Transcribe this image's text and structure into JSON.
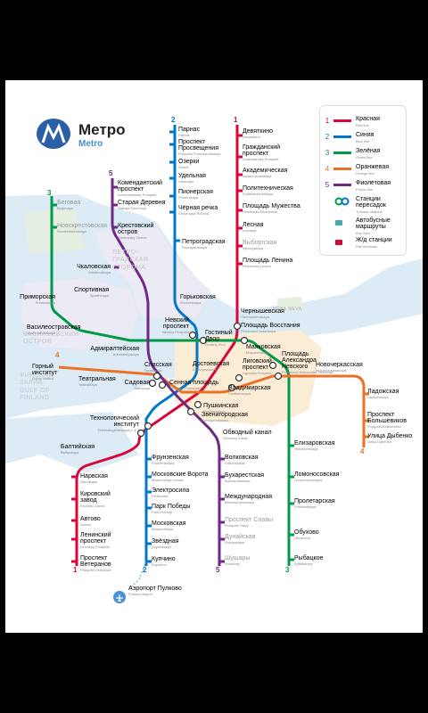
{
  "logo": {
    "title": "Метро",
    "subtitle": "Metro"
  },
  "colors": {
    "red": "#d6083b",
    "blue": "#0078c9",
    "green": "#009a49",
    "orange": "#ea7125",
    "purple": "#702785"
  },
  "legend": {
    "lines": [
      {
        "num": "1",
        "ru": "Красная",
        "en": "Red line",
        "color": "#d6083b"
      },
      {
        "num": "2",
        "ru": "Синяя",
        "en": "Blue line",
        "color": "#0078c9"
      },
      {
        "num": "3",
        "ru": "Зелёная",
        "en": "Green line",
        "color": "#009a49"
      },
      {
        "num": "4",
        "ru": "Оранжевая",
        "en": "Orange line",
        "color": "#ea7125"
      },
      {
        "num": "5",
        "ru": "Фиолетовая",
        "en": "Purple line",
        "color": "#702785"
      }
    ],
    "transfer": {
      "ru": "Станции пересадок",
      "en": "Transfer stations",
      "icon": "transfer-icon"
    },
    "bus": {
      "ru": "Автобусные маршруты",
      "en": "Bus lines",
      "icon": "bus-icon"
    },
    "rail": {
      "ru": "Ж/д станции",
      "en": "Rail terminals",
      "icon": "rail-icon"
    }
  },
  "districts": {
    "petrogradskaya": "ПЕТРО-ГРАДСКАЯ СТОРОНА",
    "vasilievsky": "ВАСИЛЬЕВСКИЙ ОСТРОВ",
    "gulf": "ФИНСКИЙ ЗАЛИВ GULF OF FINLAND",
    "neva": "НЕВА NEVA",
    "tekhnologicheskaya_en": "Tekhnologicheskaya 1 & 2"
  },
  "line_numbers": {
    "red": "1",
    "blue": "2",
    "green": "3",
    "orange": "4",
    "purple": "5"
  },
  "stations": {
    "devyatkino": {
      "ru": "Девяткино",
      "en": "Devyatkino"
    },
    "grazhdansky": {
      "ru": "Гражданский проспект",
      "en": "Grazhdansky Prospekt"
    },
    "akademicheskaya": {
      "ru": "Академическая",
      "en": "Akademicheskaya"
    },
    "politekhnicheskaya": {
      "ru": "Политехническая",
      "en": "Politekhnicheskaya"
    },
    "muzhestva": {
      "ru": "Площадь Мужества",
      "en": "Ploshchad Muzhestva"
    },
    "lesnaya": {
      "ru": "Лесная",
      "en": "Lesnaya"
    },
    "vyborgskaya": {
      "ru": "Выборгская",
      "en": "Vyborgskaya"
    },
    "lenina": {
      "ru": "Площадь Ленина",
      "en": "Ploshchad Lenina"
    },
    "chernyshevskaya": {
      "ru": "Чернышевская",
      "en": "Chernyshevskaya"
    },
    "vosstaniya": {
      "ru": "Площадь Восстания",
      "en": "Ploshchad Vosstaniya"
    },
    "vladimirskaya": {
      "ru": "Владимирская",
      "en": "Vladimirskaya"
    },
    "pushkinskaya": {
      "ru": "Пушкинская",
      "en": "Pushkinskaya"
    },
    "tekhnologichesky": {
      "ru": "Технологический институт",
      "en": "Tekhnologichesky Institut"
    },
    "baltiyskaya": {
      "ru": "Балтийская",
      "en": "Baltiyskaya"
    },
    "narvskaya": {
      "ru": "Нарвская",
      "en": "Narvskaya"
    },
    "kirovsky": {
      "ru": "Кировский завод",
      "en": "Kirovsky Zavod"
    },
    "avtovo": {
      "ru": "Автово",
      "en": "Avtovo"
    },
    "leninsky": {
      "ru": "Ленинский проспект",
      "en": "Leninsky Prospekt"
    },
    "veteranov": {
      "ru": "Проспект Ветеранов",
      "en": "Prospekt Veteranov"
    },
    "parnas": {
      "ru": "Парнас",
      "en": "Parnas"
    },
    "prosvescheniya": {
      "ru": "Проспект Просвещения",
      "en": "Prospekt Prosveshcheniya"
    },
    "ozerki": {
      "ru": "Озерки",
      "en": "Ozerki"
    },
    "udelnaya": {
      "ru": "Удельная",
      "en": "Udelnaya"
    },
    "pionerskaya": {
      "ru": "Пионерская",
      "en": "Pionerskaya"
    },
    "chernaya": {
      "ru": "Чёрная речка",
      "en": "Chyornaya Rechka"
    },
    "petrogradskaya": {
      "ru": "Петроградская",
      "en": "Petrogradskaya"
    },
    "gorkovskaya": {
      "ru": "Горьковская",
      "en": "Gorkovskaya"
    },
    "nevsky": {
      "ru": "Невский проспект",
      "en": "Nevsky Prospekt"
    },
    "sennaya": {
      "ru": "Сенная площадь",
      "en": "Sennaya Ploshchad"
    },
    "frunzenskaya": {
      "ru": "Фрунзенская",
      "en": "Frunzenskaya"
    },
    "moskovskie": {
      "ru": "Московские Ворота",
      "en": "Moskovskiye Vorota"
    },
    "elektrosila": {
      "ru": "Электросила",
      "en": "Elektrosila"
    },
    "pobedy": {
      "ru": "Парк Победы",
      "en": "Park Pobedy"
    },
    "moskovskaya": {
      "ru": "Московская",
      "en": "Moskovskaya"
    },
    "zvezdnaya": {
      "ru": "Звёздная",
      "en": "Zvyozdnaya"
    },
    "kupchino": {
      "ru": "Купчино",
      "en": "Kupchino"
    },
    "airport": {
      "ru": "Аэропорт Пулково",
      "en": "Pulkovo Airport"
    },
    "begovaya": {
      "ru": "Беговая",
      "en": "Begovaya"
    },
    "novokrestovskaya": {
      "ru": "Новокрестовская",
      "en": "Novokrestovskaya"
    },
    "primorskaya": {
      "ru": "Приморская",
      "en": "Primorskaya"
    },
    "vasileostrovskaya": {
      "ru": "Василеостровская",
      "en": "Vasileostrovskaya"
    },
    "gostiny": {
      "ru": "Гостиный Двор",
      "en": "Gostiny Dvor"
    },
    "mayakovskaya": {
      "ru": "Маяковская",
      "en": "Mayakovskaya"
    },
    "nevskogo3": {
      "ru": "Площадь Александра Невского",
      "en": "Ploshchad Aleksandra Nevskogo"
    },
    "elizarovskaya": {
      "ru": "Елизаровская",
      "en": "Yelizarovskaya"
    },
    "lomonosovskaya": {
      "ru": "Ломоносовская",
      "en": "Lomonosovskaya"
    },
    "proletarskaya": {
      "ru": "Пролетарская",
      "en": "Proletarskaya"
    },
    "obukhovo": {
      "ru": "Обухово",
      "en": "Obukhovo"
    },
    "rybatskoe": {
      "ru": "Рыбацкое",
      "en": "Rybatskoye"
    },
    "gorny": {
      "ru": "Горный институт",
      "en": "Gorny Institut"
    },
    "teatralnaya": {
      "ru": "Театральная",
      "en": "Teatralnaya"
    },
    "spasskaya": {
      "ru": "Спасская",
      "en": "Spasskaya"
    },
    "dostoevskaya": {
      "ru": "Достоевская",
      "en": "Dostoyevskaya"
    },
    "ligovsky": {
      "ru": "Лиговский проспект",
      "en": "Ligovsky Prospekt"
    },
    "novocherkasskaya": {
      "ru": "Новочеркасская",
      "en": "Novocherkasskaya"
    },
    "ladozhskaya": {
      "ru": "Ладожская",
      "en": "Ladozhskaya"
    },
    "bolshevikov": {
      "ru": "Проспект Большевиков",
      "en": "Prospekt Bolshevikov"
    },
    "dybenko": {
      "ru": "Улица Дыбенко",
      "en": "Ulitsa Dybenko"
    },
    "komendantsky": {
      "ru": "Комендантский проспект",
      "en": "Komendantsky Prospekt"
    },
    "staraya": {
      "ru": "Старая Деревня",
      "en": "Staraya Derevnya"
    },
    "krestovsky": {
      "ru": "Крестовский остров",
      "en": "Krestovsky Ostrov"
    },
    "chkalovskaya": {
      "ru": "Чкаловская",
      "en": "Chkalovskaya"
    },
    "sportivnaya": {
      "ru": "Спортивная",
      "en": "Sportivnaya"
    },
    "admiralteyskaya": {
      "ru": "Адмиралтейская",
      "en": "Admiralteyskaya"
    },
    "sadovaya": {
      "ru": "Садовая",
      "en": "Sadovaya"
    },
    "zvenigorodskaya": {
      "ru": "Звенигородская",
      "en": "Zvenigorodskaya"
    },
    "obvodny": {
      "ru": "Обводный канал",
      "en": "Obvodny Kanal"
    },
    "volkovskaya": {
      "ru": "Волковская",
      "en": "Volkovskaya"
    },
    "bukharestskaya": {
      "ru": "Бухарестская",
      "en": "Bukharestskaya"
    },
    "mezhdunarodnaya": {
      "ru": "Международная",
      "en": "Mezhdunarodnaya"
    },
    "slavy": {
      "ru": "Проспект Славы",
      "en": "Prospekt Slavy"
    },
    "dunayskaya": {
      "ru": "Дунайская",
      "en": "Dunayskaya"
    },
    "shushary": {
      "ru": "Шушары",
      "en": "Shushary"
    }
  }
}
